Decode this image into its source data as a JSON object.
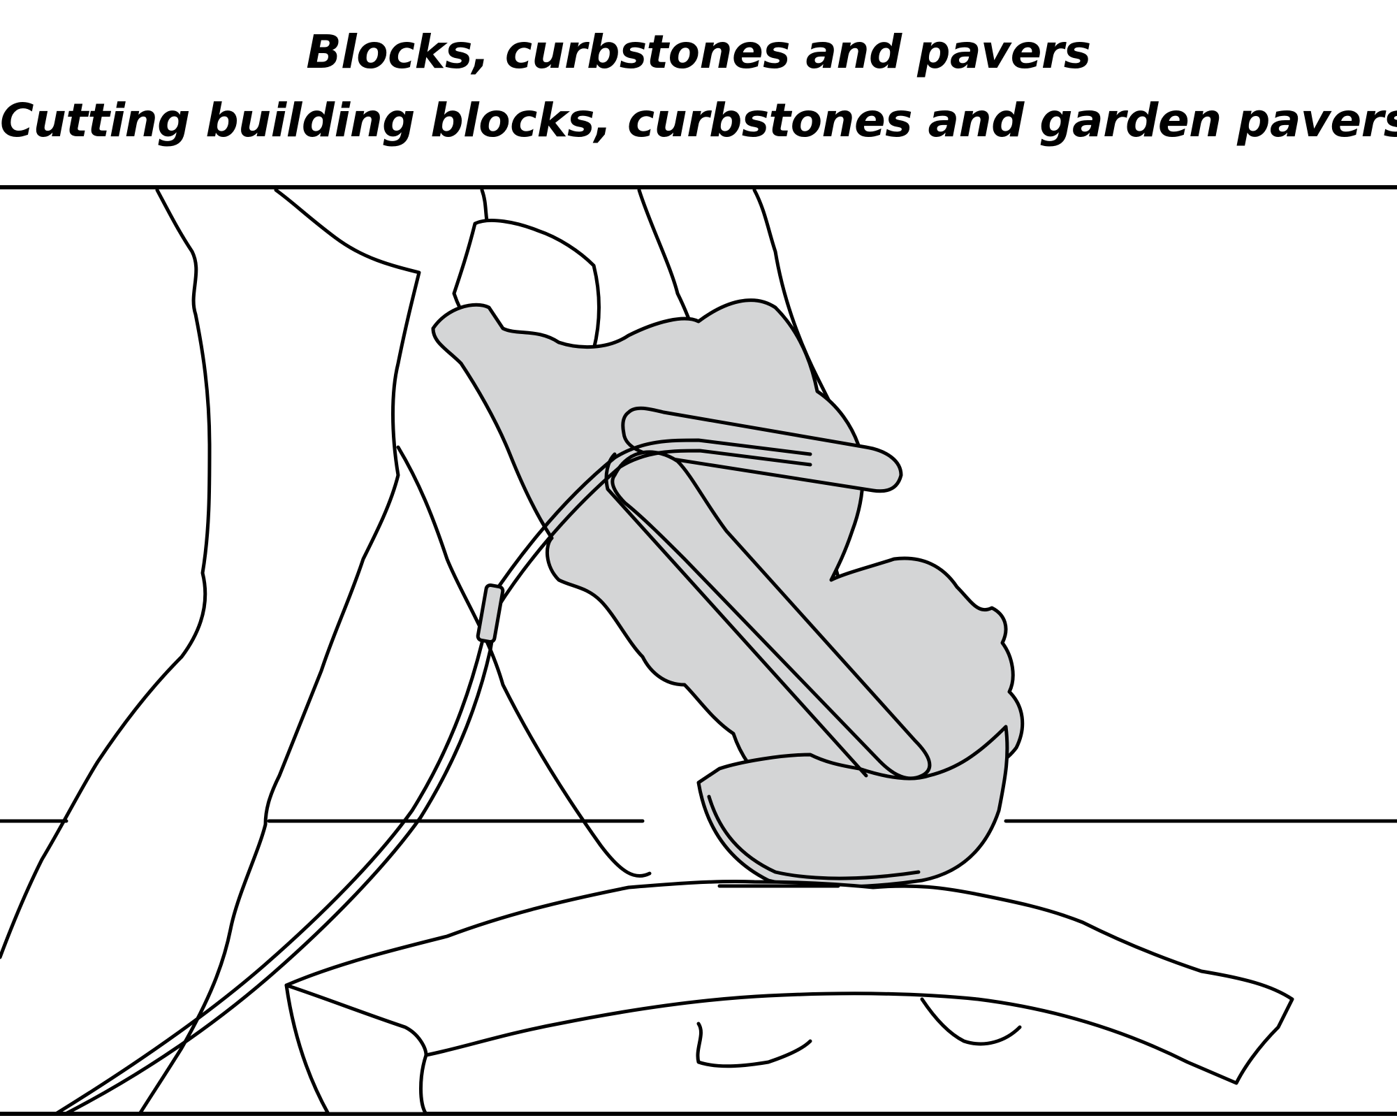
{
  "caption": {
    "title": "Blocks, curbstones and pavers",
    "subtitle": "Cutting building blocks, curbstones and garden pavers."
  },
  "illustration": {
    "icon": "cut-off-saw-cutting-paver-illustration",
    "colors": {
      "line": "#000000",
      "tool_fill": "#d4d5d6",
      "background": "#ffffff"
    }
  }
}
